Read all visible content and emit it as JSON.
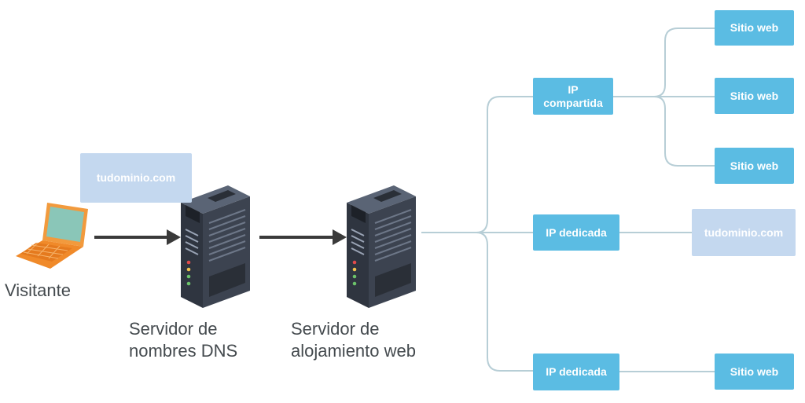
{
  "visitor_label": "Visitante",
  "domain_bubble": "tudominio.com",
  "dns_server_label": "Servidor de\nnombres DNS",
  "web_server_label": "Servidor de\nalojamiento web",
  "shared_ip_label": "IP\ncompartida",
  "dedicated_ip_1_label": "IP dedicada",
  "dedicated_ip_2_label": "IP dedicada",
  "site_labels": [
    "Sitio web",
    "Sitio web",
    "Sitio web"
  ],
  "dedicated_domain_label": "tudominio.com",
  "dedicated_site_label": "Sitio web",
  "colors": {
    "box_blue": "#5bbce3",
    "box_light": "#c4d8ef",
    "connector": "#b7ced6",
    "arrow": "#3a3a3a",
    "server_body": "#3c4350",
    "laptop": "#f29a3d"
  }
}
